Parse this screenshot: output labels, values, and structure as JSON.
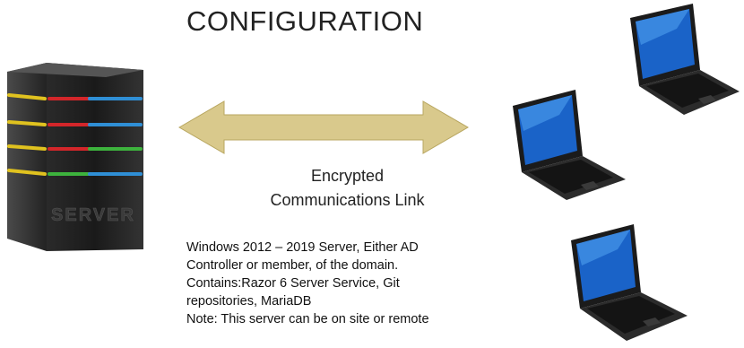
{
  "title": "CONFIGURATION",
  "link_label": {
    "line1": "Encrypted",
    "line2": "Communications Link"
  },
  "server_notes": [
    "Windows 2012 – 2019 Server, Either AD",
    "Controller or member, of the domain.",
    "Contains:Razor 6 Server Service, Git",
    "repositories, MariaDB",
    "Note: This server can be on site or remote"
  ],
  "server_label": "SERVER",
  "colors": {
    "arrow": "#d9c98c",
    "server_body": "#1f1f1f",
    "light_blue": "#2f8fd6",
    "light_red": "#d3262a",
    "light_green": "#3db33d",
    "light_yellow": "#e0c21f",
    "laptop_screen": "#1a63c8"
  }
}
